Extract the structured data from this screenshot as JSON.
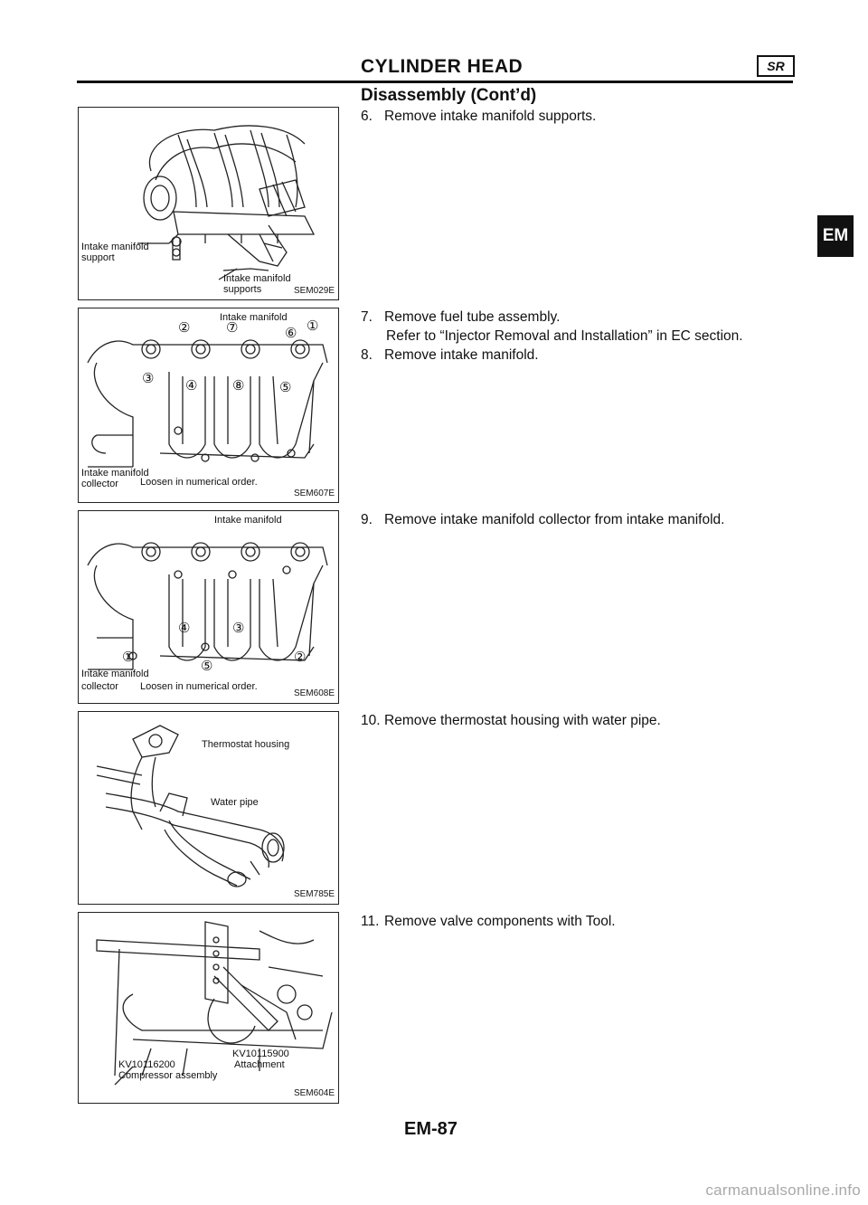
{
  "header": {
    "title": "CYLINDER HEAD",
    "badge": "SR",
    "subtitle": "Disassembly (Cont’d)"
  },
  "side_tab": "EM",
  "figures": [
    {
      "labels": [
        "Intake manifold",
        "support",
        "Intake manifold",
        "supports"
      ],
      "code": "SEM029E"
    },
    {
      "labels": [
        "Intake manifold",
        "Intake manifold",
        "collector",
        "Loosen in numerical order."
      ],
      "code": "SEM607E",
      "numbers": [
        "②",
        "⑦",
        "⑥",
        "①",
        "③",
        "④",
        "⑧",
        "⑤"
      ]
    },
    {
      "labels": [
        "Intake manifold",
        "Intake manifold",
        "collector",
        "Loosen in numerical order."
      ],
      "code": "SEM608E",
      "numbers": [
        "④",
        "③",
        "①",
        "⑤",
        "②"
      ]
    },
    {
      "labels": [
        "Thermostat housing",
        "Water pipe"
      ],
      "code": "SEM785E"
    },
    {
      "labels": [
        "KV10116200",
        "Compressor assembly",
        "KV10115900",
        "Attachment"
      ],
      "code": "SEM604E"
    }
  ],
  "steps": [
    {
      "num": "6.",
      "text": "Remove intake manifold supports."
    },
    {
      "num": "7.",
      "text": "Remove fuel tube assembly.",
      "sub": "Refer to “Injector Removal and Installation” in EC section."
    },
    {
      "num": "8.",
      "text": "Remove intake manifold."
    },
    {
      "num": "9.",
      "text": "Remove intake manifold collector from intake manifold."
    },
    {
      "num": "10.",
      "text": "Remove thermostat housing with water pipe."
    },
    {
      "num": "11.",
      "text": "Remove valve components with Tool."
    }
  ],
  "page_number": "EM-87",
  "footer": "carmanualsonline.info"
}
